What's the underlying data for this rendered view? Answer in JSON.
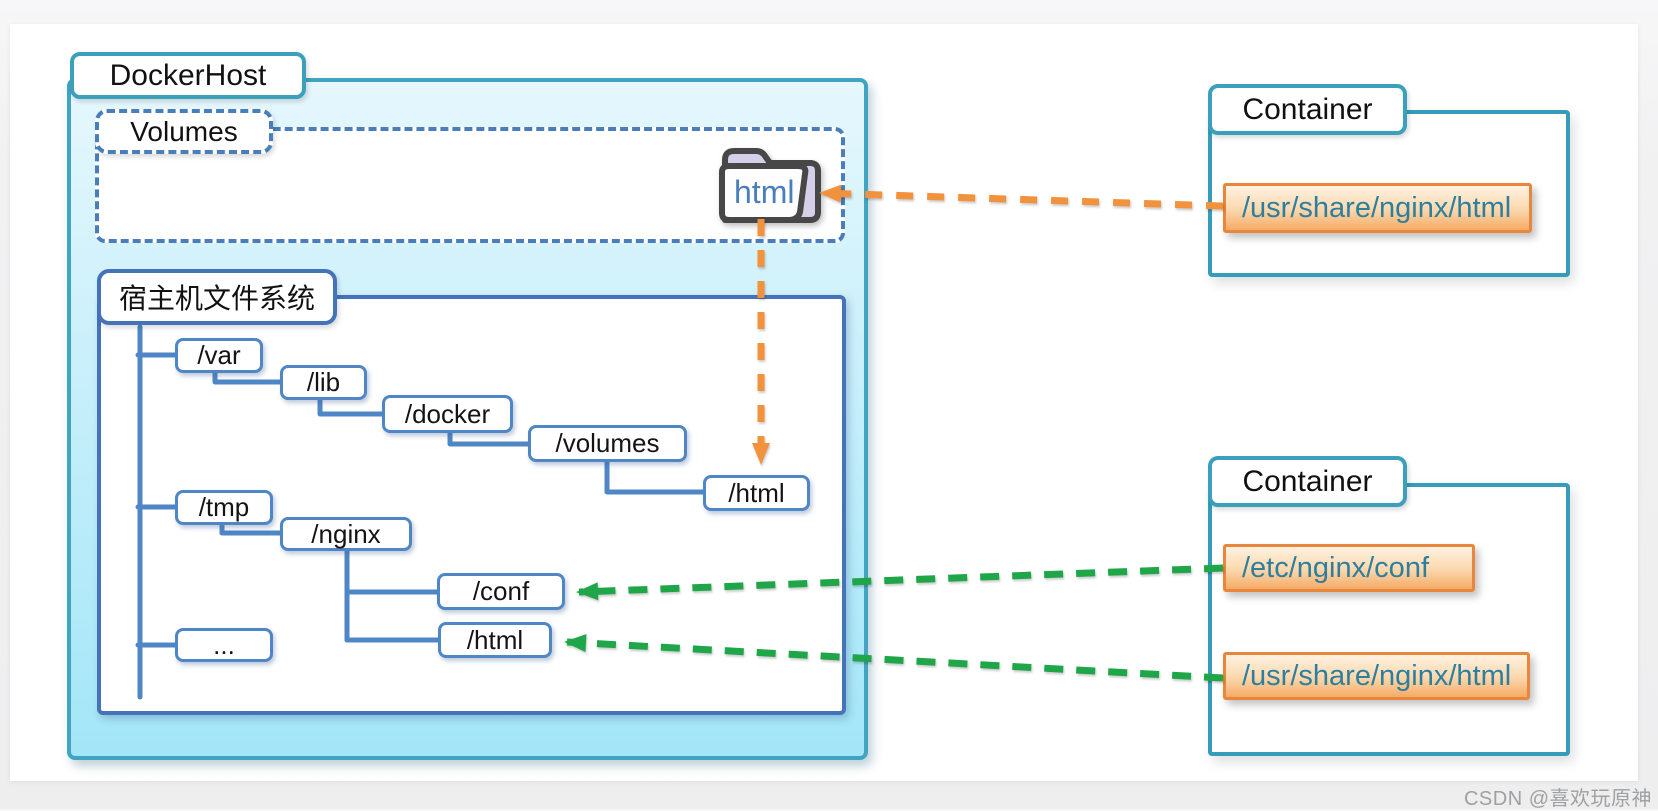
{
  "page": {
    "watermark": "CSDN @喜欢玩原神"
  },
  "docker_host": {
    "label": "DockerHost",
    "volumes_label": "Volumes",
    "volume_folder": "html",
    "host_fs": {
      "label": "宿主机文件系统",
      "nodes": {
        "var": "/var",
        "lib": "/lib",
        "docker": "/docker",
        "volumes": "/volumes",
        "volume_html": "/html",
        "tmp": "/tmp",
        "nginx": "/nginx",
        "conf": "/conf",
        "nginx_html": "/html",
        "more": "..."
      }
    }
  },
  "containers": [
    {
      "label": "Container",
      "paths": [
        "/usr/share/nginx/html"
      ]
    },
    {
      "label": "Container",
      "paths": [
        "/etc/nginx/conf",
        "/usr/share/nginx/html"
      ]
    }
  ],
  "colors": {
    "dockerhost_border": "#41A4C1",
    "dockerhost_fill": "#A3E6F8",
    "tree_line": "#4F86C6",
    "hostfs_border": "#4473BA",
    "volumes_dash": "#4A7EBB",
    "container_border": "#359DBA",
    "mount_border": "#E8873B",
    "mount_fill": "#F5AB66",
    "mount_text": "#2E7F9E",
    "orange_arrow": "#F2923C",
    "green_arrow": "#1FA648",
    "folder_text": "#4A7EBB"
  }
}
